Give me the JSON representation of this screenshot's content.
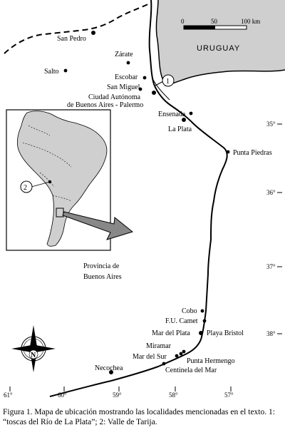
{
  "cities": [
    {
      "name": "San Pedro"
    },
    {
      "name": "Zárate"
    },
    {
      "name": "Salto"
    },
    {
      "name": "Escobar"
    },
    {
      "name": "San Miguel"
    },
    {
      "name": "Ciudad Autónoma"
    },
    {
      "name": "de Buenos Aires - Palermo"
    },
    {
      "name": "Ensenada"
    },
    {
      "name": "La Plata"
    },
    {
      "name": "Punta Piedras"
    },
    {
      "name": "Cobo"
    },
    {
      "name": "F.U. Camet"
    },
    {
      "name": "Mar del Plata"
    },
    {
      "name": "Playa Bristol"
    },
    {
      "name": "Miramar"
    },
    {
      "name": "Mar del Sur"
    },
    {
      "name": "Punta Hermengo"
    },
    {
      "name": "Centinela del Mar"
    },
    {
      "name": "Necochea"
    }
  ],
  "regions": {
    "country": "URUGUAY",
    "province_line1": "Provincia de",
    "province_line2": "Buenos Aires"
  },
  "scale_bar": {
    "ticks": [
      "0",
      "50",
      "100 km"
    ]
  },
  "markers": {
    "one": "1",
    "two": "2"
  },
  "compass": {
    "label": "N"
  },
  "grid": {
    "lat_labels": [
      "35°",
      "36°",
      "37°",
      "38°"
    ],
    "lon_labels": [
      "61°",
      "60°",
      "59°",
      "58°",
      "57°"
    ]
  },
  "caption": {
    "text": "Figura 1. Mapa de ubicación mostrando las localidades mencionadas en el texto. 1: “toscas del Río de La Plata”; 2: Valle de Tarija."
  },
  "colors": {
    "land_gray": "#cfcfcf",
    "ink": "#000000"
  }
}
